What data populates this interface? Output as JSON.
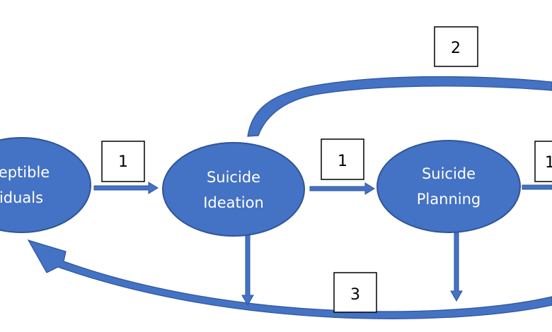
{
  "diagram": {
    "colors": {
      "node_fill": "#4472c4",
      "node_stroke": "#2f5597",
      "arrow_fill": "#4472c4",
      "arrow_stroke": "#2f5597",
      "label_box_stroke": "#000000"
    },
    "nodes": {
      "susceptible": {
        "line1": "eptible",
        "line2": "iduals"
      },
      "ideation": {
        "line1": "Suicide",
        "line2": "Ideation"
      },
      "planning": {
        "line1": "Suicide",
        "line2": "Planning"
      }
    },
    "labels": {
      "susceptible_to_ideation": "1",
      "ideation_to_planning": "1",
      "planning_to_next": "1",
      "upper_loop": "2",
      "lower_loop": "3"
    }
  }
}
